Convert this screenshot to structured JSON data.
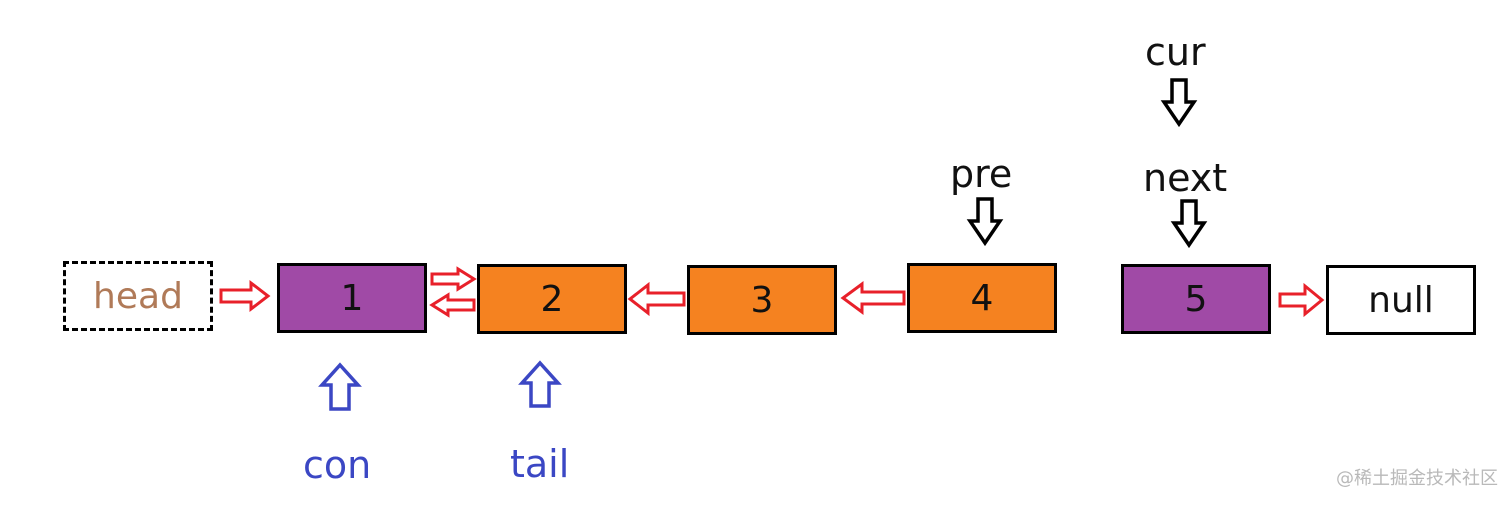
{
  "nodes": {
    "head": "head",
    "n1": "1",
    "n2": "2",
    "n3": "3",
    "n4": "4",
    "n5": "5",
    "null": "null"
  },
  "pointers": {
    "cur": "cur",
    "next": "next",
    "pre": "pre",
    "con": "con",
    "tail": "tail"
  },
  "colors": {
    "purple": "#a04aa6",
    "orange": "#f58220",
    "link_arrow": "#e8202a",
    "pointer_blue": "#3b47c4",
    "head_text": "#b07a58"
  },
  "watermark": "@稀土掘金技术社区"
}
